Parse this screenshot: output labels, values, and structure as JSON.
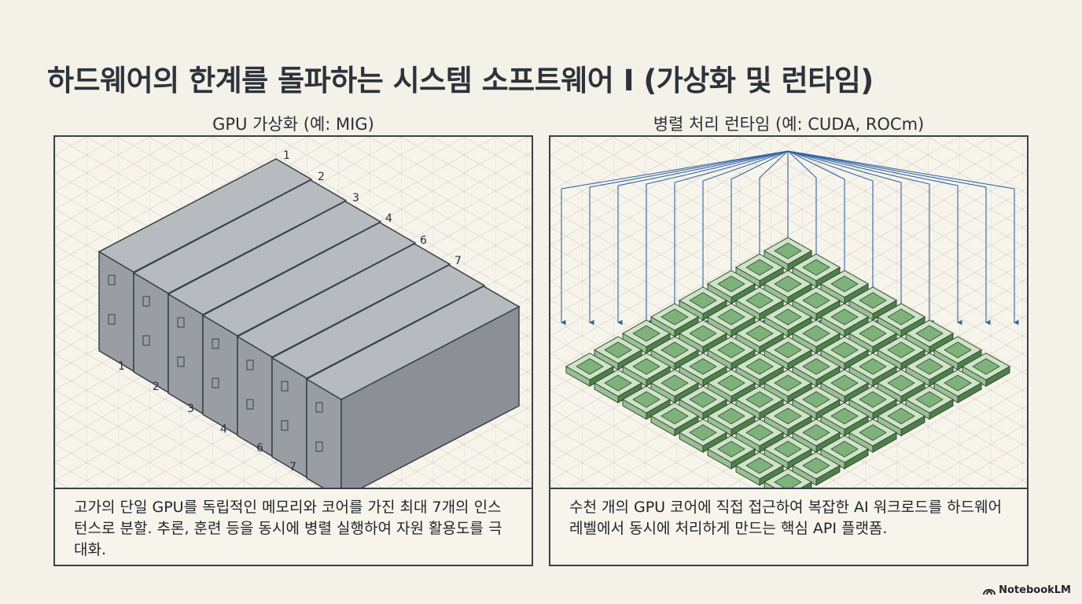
{
  "title": "하드웨어의 한계를 돌파하는 시스템 소프트웨어 I (가상화 및 런타임)",
  "panels": [
    {
      "heading": "GPU 가상화 (예: MIG)",
      "caption": "고가의 단일 GPU를 독립적인 메모리와 코어를 가진 최대 7개의 인스턴스로 분할. 추론, 훈련 등을 동시에 병렬 실행하여 자원 활용도를 극대화.",
      "partition_labels": [
        "1",
        "2",
        "3",
        "4",
        "6",
        "7"
      ]
    },
    {
      "heading": "병렬 처리 런타임 (예: CUDA, ROCm)",
      "caption": "수천 개의 GPU 코어에 직접 접근하여 복잡한 AI 워크로드를 하드웨어 레벨에서 동시에 처리하게 만드는 핵심 API 플랫폼.",
      "grid_size": 8
    }
  ],
  "brand": {
    "name": "NotebookLM",
    "icon": "notebooklm-logo-icon"
  },
  "colors": {
    "slab": "#9a9ea4",
    "slab_top": "#b7bbc0",
    "core": "#7fb27a",
    "core_dark": "#4f7f4c",
    "arrow": "#3465a4"
  }
}
